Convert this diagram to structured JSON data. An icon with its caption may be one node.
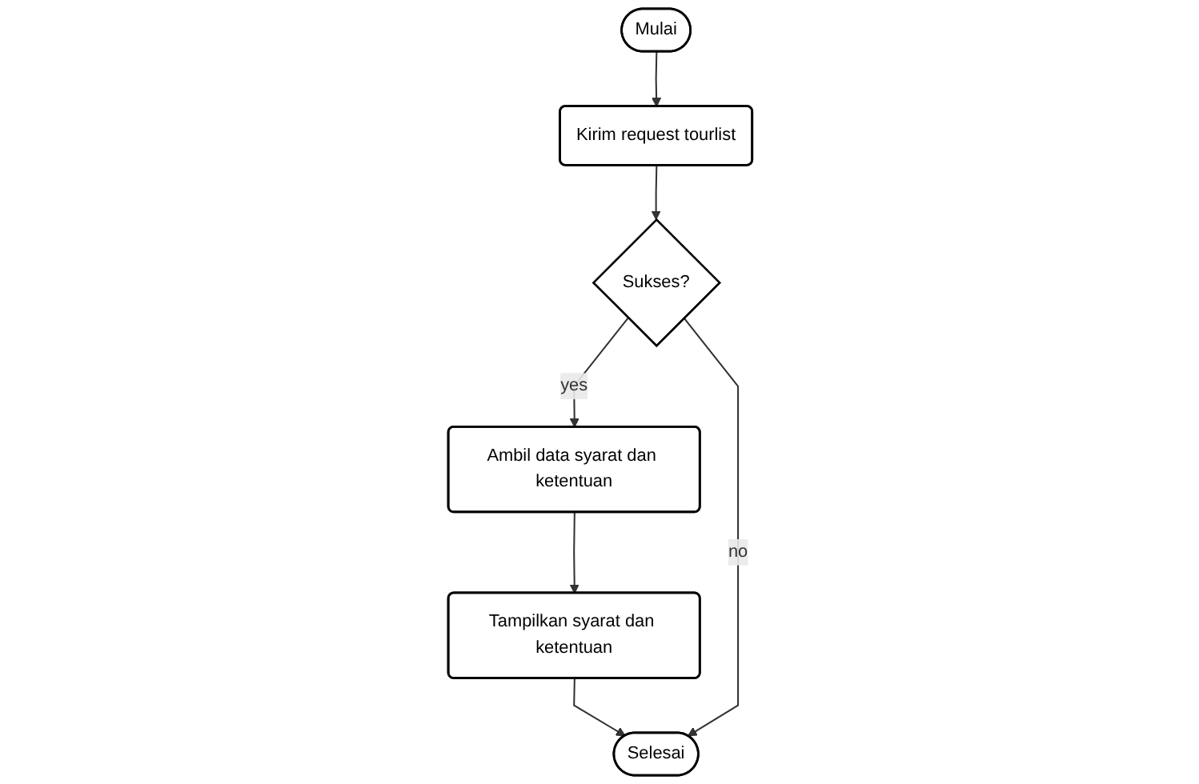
{
  "diagram": {
    "nodes": [
      {
        "text": [
          "Mulai"
        ]
      },
      {
        "text": [
          "Kirim request tourlist"
        ]
      },
      {
        "text": [
          "Sukses?"
        ]
      },
      {
        "text": [
          "Ambil data syarat dan ketentuan"
        ]
      },
      {
        "text": [
          "Tampilkan syarat dan ketentuan"
        ]
      },
      {
        "text": [
          "Selesai"
        ]
      }
    ],
    "edges": [
      {
        "from": 0,
        "to": 1,
        "arrow": "to"
      },
      {
        "from": 1,
        "to": 2,
        "arrow": "to"
      },
      {
        "from": 2,
        "to": 3,
        "label": "yes",
        "arrow": "to"
      },
      {
        "from": 3,
        "to": 4,
        "arrow": "to"
      },
      {
        "from": 4,
        "to": 5,
        "arrow": "to"
      },
      {
        "from": 2,
        "to": 5,
        "label": "no",
        "arrow": "to"
      }
    ]
  }
}
